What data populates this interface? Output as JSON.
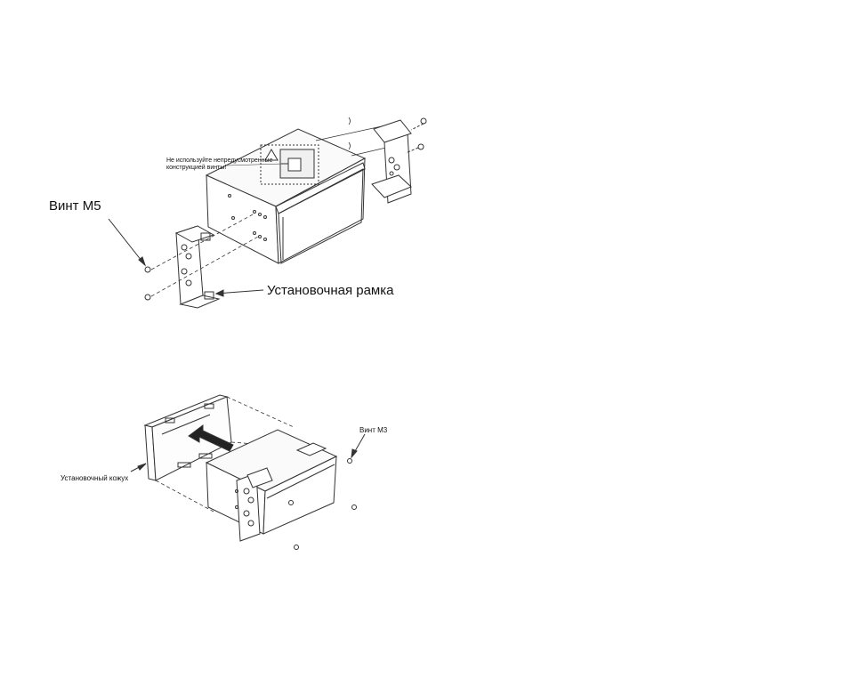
{
  "figure1": {
    "label_screw_m5": "Винт M5",
    "label_mounting_frame": "Установочная рамка",
    "warning_text": "Не используйте непредусмотренные конструкцией винты!"
  },
  "figure2": {
    "label_screw_m3": "Винт M3",
    "label_mounting_sleeve": "Установочный кожух"
  },
  "colors": {
    "line": "#333333",
    "background": "#ffffff"
  }
}
